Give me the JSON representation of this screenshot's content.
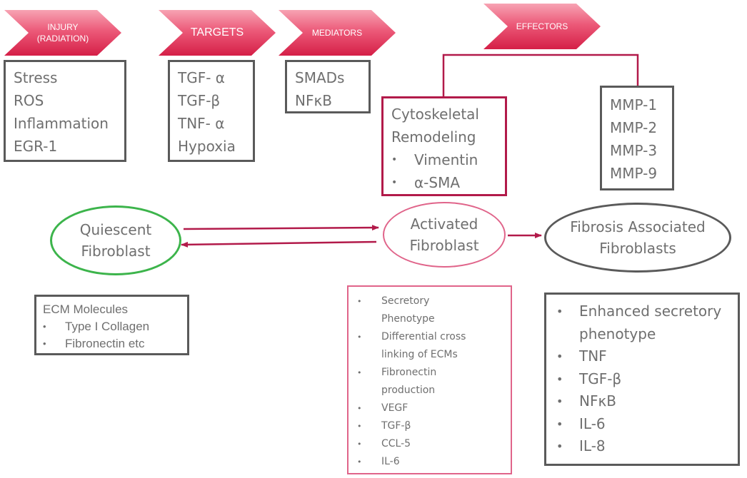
{
  "stages": {
    "injury": [
      "INJURY",
      "(RADIATION)"
    ],
    "targets": "TARGETS",
    "mediators": "MEDIATORS",
    "effectors": "EFFECTORS"
  },
  "injury_box": [
    "Stress",
    "ROS",
    "Inflammation",
    "EGR-1"
  ],
  "targets_box": [
    "TGF- α",
    "TGF-β",
    "TNF- α",
    "Hypoxia"
  ],
  "mediators_box": [
    "SMADs",
    "NFκB"
  ],
  "cytoskeletal_box": {
    "heading": [
      "Cytoskeletal",
      "Remodeling"
    ],
    "items": [
      "Vimentin",
      "α-SMA"
    ]
  },
  "mmp_box": [
    "MMP-1",
    "MMP-2",
    "MMP-3",
    "MMP-9"
  ],
  "nodes": {
    "quiescent": [
      "Quiescent",
      "Fibroblast"
    ],
    "activated": [
      "Activated",
      "Fibroblast"
    ],
    "faf": [
      "Fibrosis Associated",
      "Fibroblasts"
    ]
  },
  "ecm_box": {
    "heading": "ECM Molecules",
    "items": [
      "Type I Collagen",
      "Fibronectin etc"
    ]
  },
  "activated_list": [
    [
      "Secretory",
      "Phenotype"
    ],
    [
      "Differential cross",
      "linking of ECMs"
    ],
    [
      "Fibronectin",
      "production"
    ],
    [
      "VEGF"
    ],
    [
      "TGF-β"
    ],
    [
      "CCL-5"
    ],
    [
      "IL-6"
    ]
  ],
  "faf_list": [
    [
      "Enhanced secretory",
      "phenotype"
    ],
    [
      "TNF"
    ],
    [
      "TGF-β"
    ],
    [
      "NFκB"
    ],
    [
      "IL-6"
    ],
    [
      "IL-8"
    ]
  ],
  "colors": {
    "stage_arrow": "#e23a5f",
    "connector": "#b21a4a",
    "box_border": "#5a5a5a",
    "quiescent_border": "#3cb44b",
    "activated_border": "#e0648a",
    "faf_border": "#5a5a5a",
    "text": "#6f6f6f"
  },
  "bullet": "•"
}
